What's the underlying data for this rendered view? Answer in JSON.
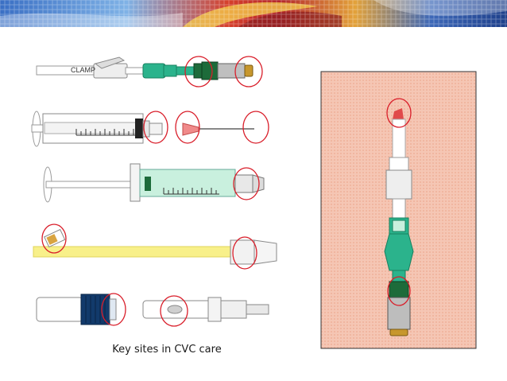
{
  "caption": "Key sites in CVC care",
  "labels": {
    "clamp": "CLAMP"
  },
  "colors": {
    "accent_red": "#d91e2a",
    "hub_green": "#2bb38c",
    "cap_green": "#1d6b3a",
    "syringe_fill": "#c9f0de",
    "catheter_yellow": "#f8f08a",
    "cap_navy": "#123a6b",
    "skin": "#f5c6b4"
  },
  "icons": [
    "mosaic-banner",
    "catheter-line-icon",
    "syringe-with-needle-icon",
    "filled-syringe-icon",
    "catheter-tube-icon",
    "caps-icon",
    "connector-icon",
    "skin-insertion-panel"
  ]
}
